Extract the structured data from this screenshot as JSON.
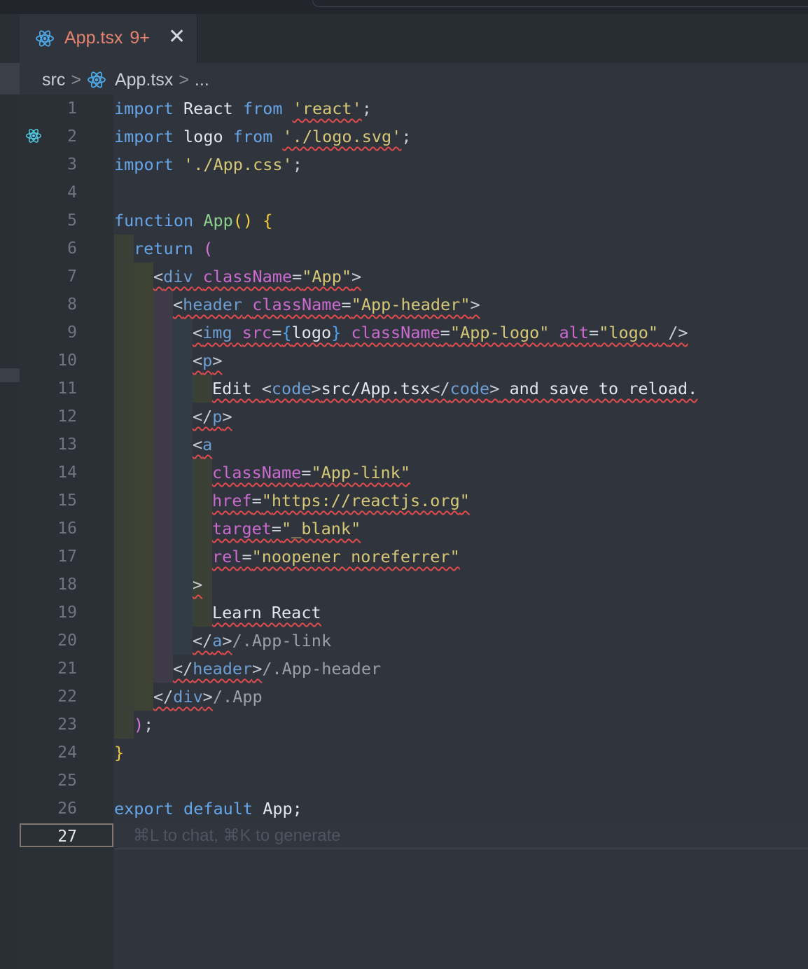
{
  "tab": {
    "filename": "App.tsx",
    "badge": "9+",
    "close_glyph": "✕",
    "icon": "react-icon"
  },
  "breadcrumb": {
    "folder": "src",
    "file": "App.tsx",
    "more": "...",
    "separator": ">"
  },
  "gutter": {
    "line_numbers": [
      "1",
      "2",
      "3",
      "4",
      "5",
      "6",
      "7",
      "8",
      "9",
      "10",
      "11",
      "12",
      "13",
      "14",
      "15",
      "16",
      "17",
      "18",
      "19",
      "20",
      "21",
      "22",
      "23",
      "24",
      "25",
      "26"
    ],
    "active_line": "27",
    "line2_icon": "react-icon"
  },
  "editor": {
    "placeholder": "⌘L to chat, ⌘K to generate",
    "code": {
      "l1": [
        "import",
        " React ",
        "from",
        " ",
        "'react'",
        ";"
      ],
      "l2": [
        "import",
        " logo ",
        "from",
        " ",
        "'./logo.svg'",
        ";"
      ],
      "l3": [
        "import",
        " ",
        "'./App.css'",
        ";"
      ],
      "l5": [
        "function",
        " ",
        "App",
        "()",
        " ",
        "{"
      ],
      "l6": [
        "return",
        " ",
        "("
      ],
      "l7": [
        "<",
        "div",
        " ",
        "className",
        "=",
        "\"App\"",
        ">"
      ],
      "l8": [
        "<",
        "header",
        " ",
        "className",
        "=",
        "\"App-header\"",
        ">"
      ],
      "l9": [
        "<",
        "img",
        " ",
        "src",
        "=",
        "{",
        "logo",
        "}",
        " ",
        "className",
        "=",
        "\"App-logo\"",
        " ",
        "alt",
        "=",
        "\"logo\"",
        " ",
        "/>"
      ],
      "l10": [
        "<",
        "p",
        ">"
      ],
      "l11": [
        "Edit ",
        "<",
        "code",
        ">",
        "src/App.tsx",
        "</",
        "code",
        ">",
        " and save to reload."
      ],
      "l12": [
        "</",
        "p",
        ">"
      ],
      "l13": [
        "<",
        "a"
      ],
      "l14": [
        "className",
        "=",
        "\"App-link\""
      ],
      "l15": [
        "href",
        "=",
        "\"",
        "https://reactjs.org",
        "\""
      ],
      "l16": [
        "target",
        "=",
        "\"_blank\""
      ],
      "l17": [
        "rel",
        "=",
        "\"noopener noreferrer\""
      ],
      "l18": [
        ">"
      ],
      "l19": [
        "Learn React"
      ],
      "l20": [
        "</",
        "a",
        ">",
        "/.App-link"
      ],
      "l21": [
        "</",
        "header",
        ">",
        "/.App-header"
      ],
      "l22": [
        "</",
        "div",
        ">",
        "/.App"
      ],
      "l23": [
        ")",
        ";"
      ],
      "l24": [
        "}"
      ],
      "l26": [
        "export",
        " ",
        "default",
        " App;"
      ]
    }
  },
  "colors": {
    "background": "#2f343d",
    "keyword": "#67a6e8",
    "string": "#d6c877",
    "function": "#8ed28c",
    "attribute": "#cc6bcf",
    "tab_title": "#e6836e",
    "error_squiggle": "#e04c4c"
  }
}
